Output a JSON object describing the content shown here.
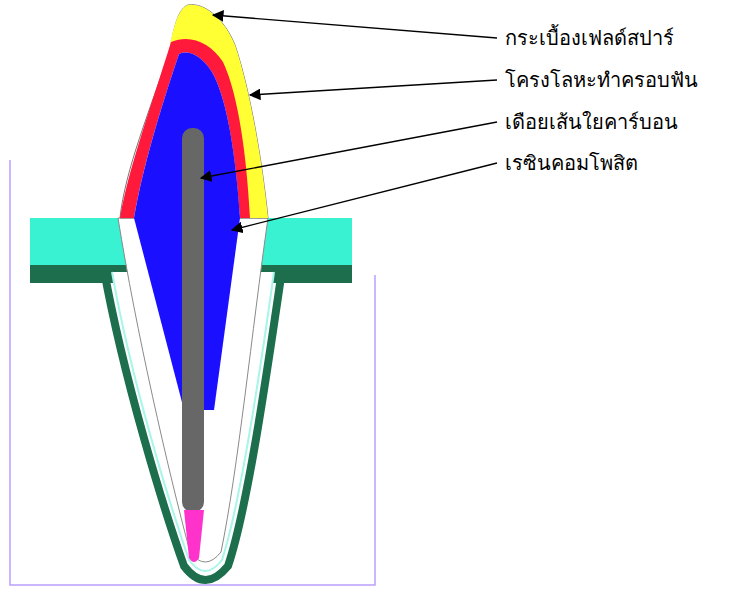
{
  "diagram": {
    "labels": [
      "กระเบื้องเฟลด์สปาร์",
      "โครงโลหะทำครอบฟัน",
      "เดือยเส้นใยคาร์บอน",
      "เรซินคอมโพสิต"
    ]
  }
}
